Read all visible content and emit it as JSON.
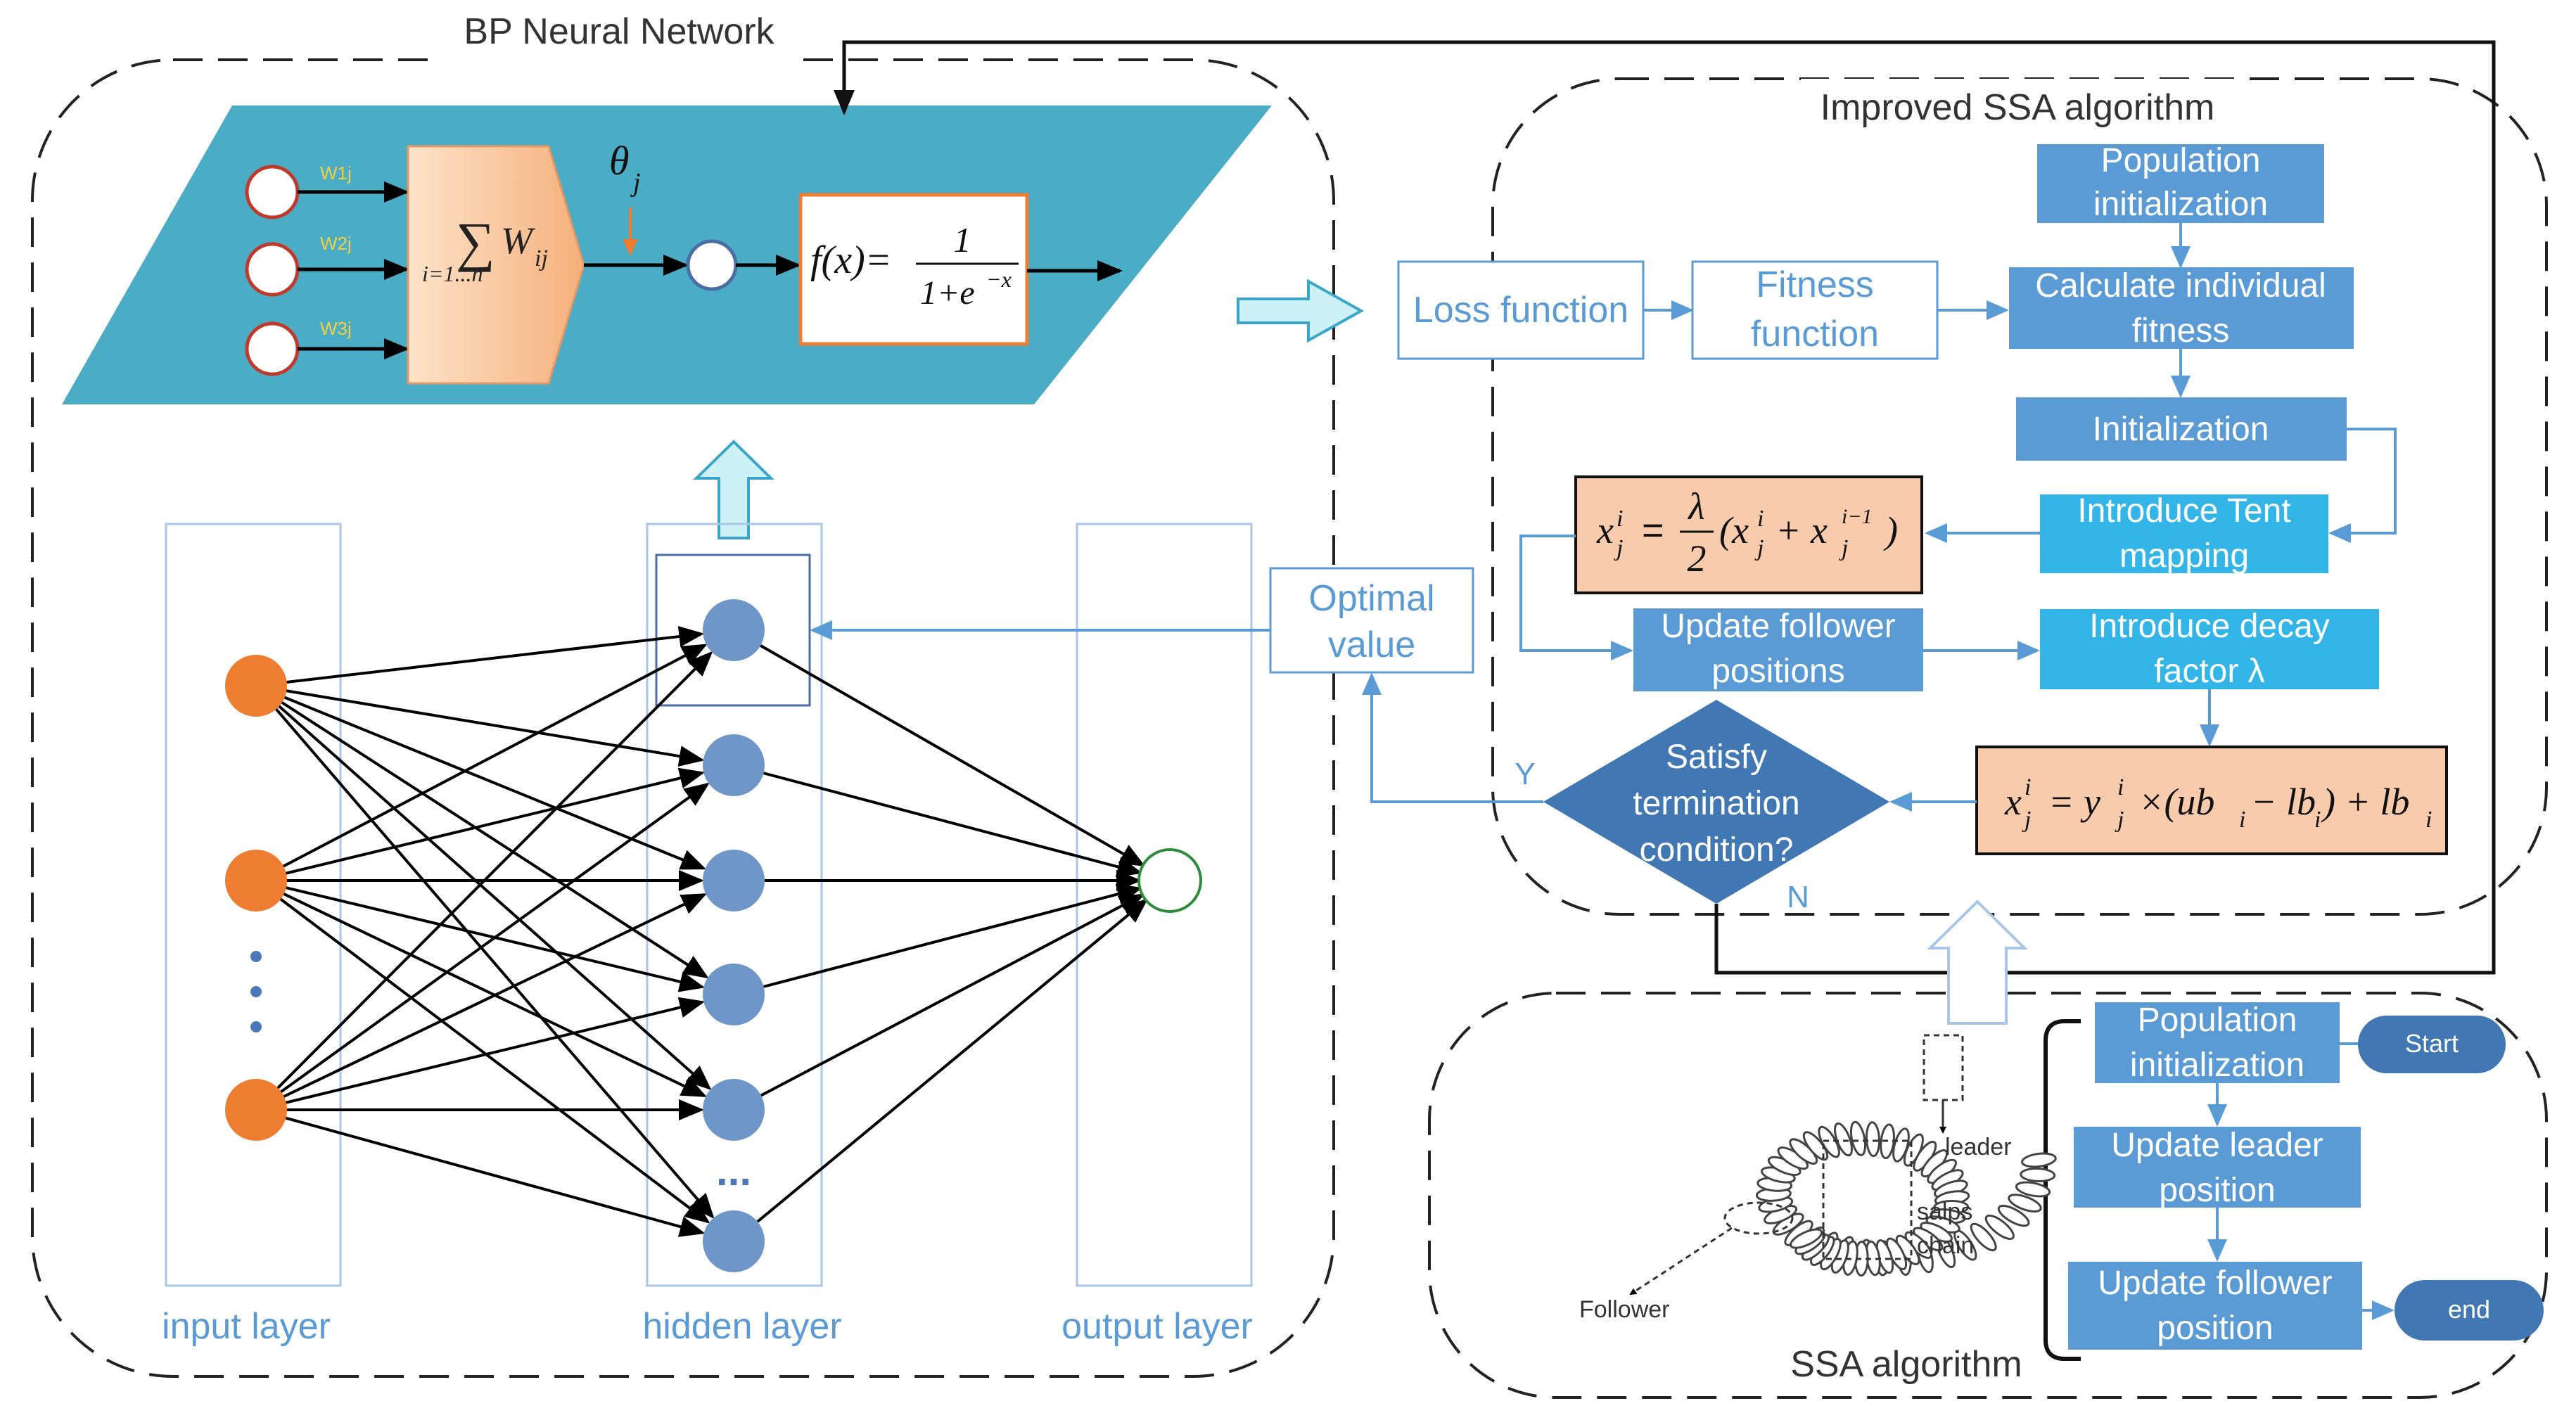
{
  "bp": {
    "title": "BP Neural Network",
    "neuron": {
      "w1": "W1j",
      "w2": "W2j",
      "w3": "W3j",
      "sum_sigma": "∑",
      "sum_w": "W",
      "sum_w_sub": "ij",
      "sum_sub": "i=1...n",
      "theta": "θ",
      "theta_sub": "j",
      "fx_left": "f(x)=",
      "fx_num": "1",
      "fx_den": "1+e",
      "fx_exp": "−x"
    },
    "layers": {
      "input": "input layer",
      "hidden": "hidden layer",
      "output": "output layer"
    },
    "ellipsis": "..."
  },
  "improved": {
    "title": "Improved SSA algorithm",
    "loss": "Loss function",
    "fitness": [
      "Fitness",
      "function"
    ],
    "optimal": [
      "Optimal",
      "value"
    ],
    "pop_init": [
      "Population",
      "initialization"
    ],
    "calc_fit": [
      "Calculate individual",
      "fitness"
    ],
    "init": "Initialization",
    "tent": [
      "Introduce Tent",
      "mapping"
    ],
    "update_follower": [
      "Update follower",
      "positions"
    ],
    "decay": [
      "Introduce decay",
      "factor λ"
    ],
    "decision": [
      "Satisfy",
      "termination",
      "condition?"
    ],
    "yes": "Y",
    "no": "N",
    "eq1": {
      "lhs": "x",
      "lhs_sup": "i",
      "lhs_sub": "j",
      "eq": "=",
      "frac_num": "λ",
      "frac_den": "2",
      "rhs": "(x",
      "rhs_sup": "i",
      "rhs_sub": "j",
      "plus": "+ x",
      "plus_sup": "i−1",
      "plus_sub": "j",
      "close": ")"
    },
    "eq2": {
      "lhs": "x",
      "lhs_sup": "i",
      "lhs_sub": "j",
      "eq": "= y",
      "y_sup": "i",
      "y_sub": "j",
      "rest": "×(ub",
      "ub_sub": "i",
      "minus": "− lb",
      "lb_sub": "i",
      "close": ") + lb",
      "end_sub": "i"
    }
  },
  "ssa": {
    "title": "SSA algorithm",
    "start": "Start",
    "end": "end",
    "pop_init": [
      "Population",
      "initialization"
    ],
    "update_leader": [
      "Update leader",
      "position"
    ],
    "update_follower": [
      "Update follower",
      "position"
    ],
    "leader": "leader",
    "chain": [
      "salps",
      "chain"
    ],
    "follower": "Follower"
  },
  "colors": {
    "teal": "#4BACC6",
    "orange": "#ED7D31",
    "node_blue": "#6F96C8",
    "box_blue": "#5B9BD5",
    "box_light_blue": "#33B5E8",
    "decision_blue": "#4178B4",
    "eq_fill": "#F8CBAD",
    "arrow_blue": "#5B9BD5",
    "light_cyan": "#CCF2F8",
    "layer_text": "#5B9BD5"
  }
}
